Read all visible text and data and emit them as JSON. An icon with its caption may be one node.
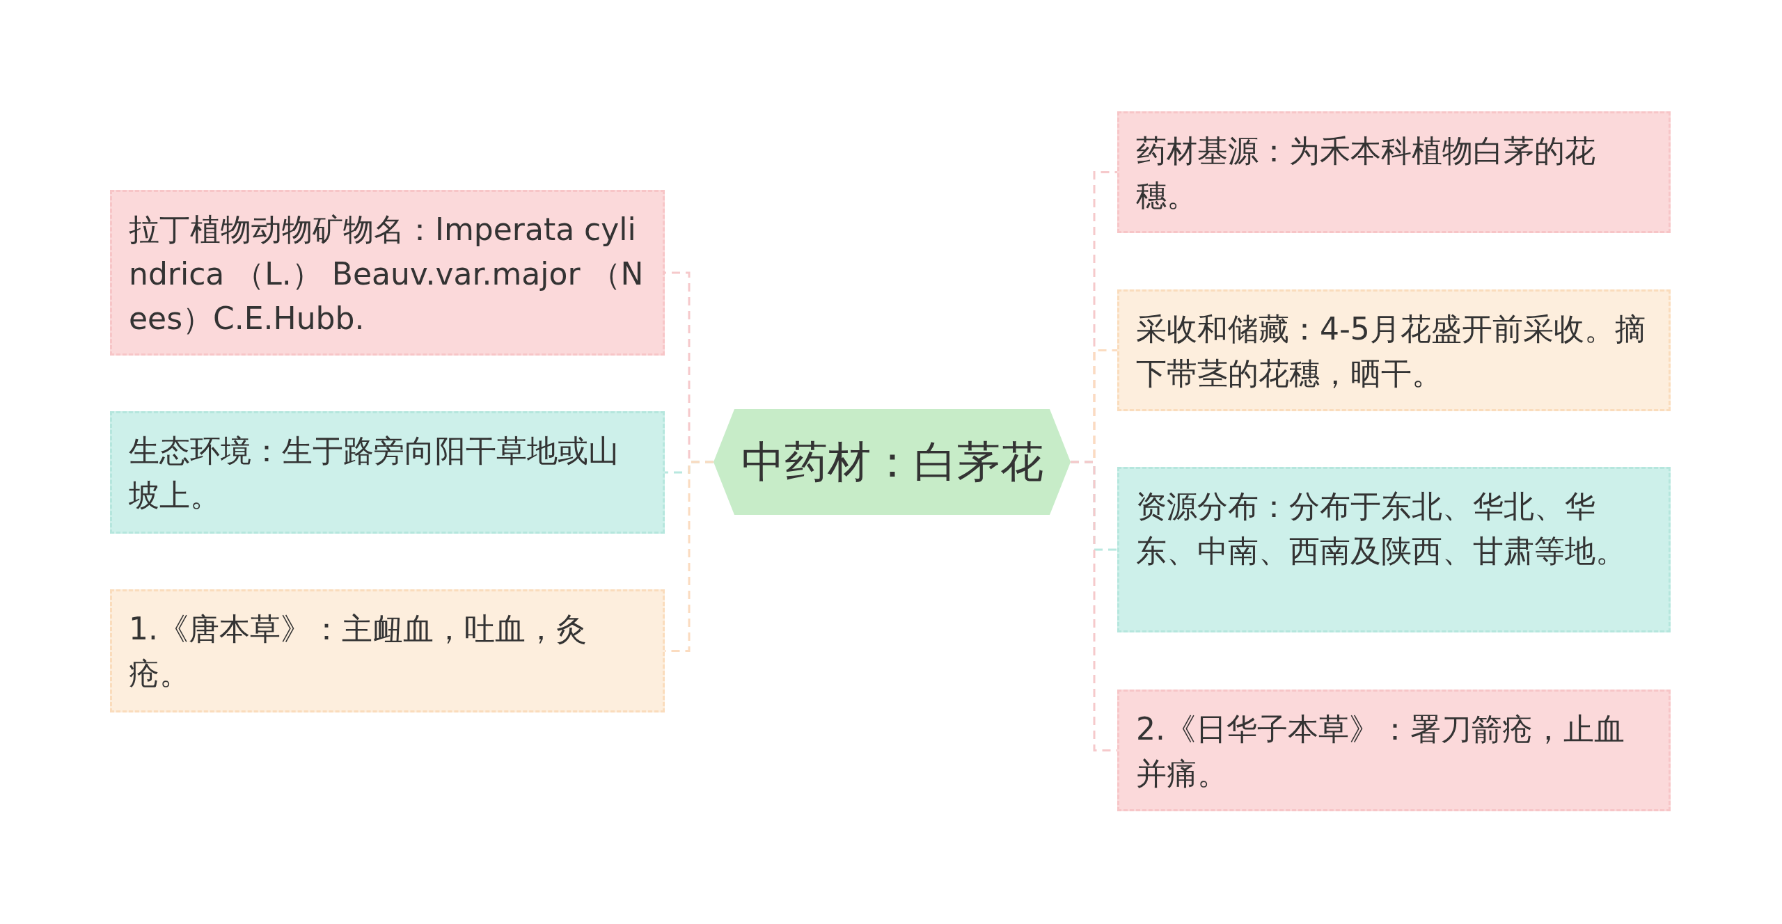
{
  "diagram": {
    "nodes": [
      {
        "text": [
          "中药材：白茅花"
        ]
      },
      {
        "text": [
          "拉丁植物动物矿物名：Imperata cylindrica （L.） Beauv.var.major （Nees）C.E.Hubb."
        ]
      },
      {
        "text": [
          "生态环境：生于路旁向阳干草地或山坡上。"
        ]
      },
      {
        "text": [
          "1.《唐本草》：主衄血，吐血，灸疮。"
        ]
      },
      {
        "text": [
          "药材基源：为禾本科植物白茅的花穗。"
        ]
      },
      {
        "text": [
          "采收和储藏：4-5月花盛开前采收。摘下带茎的花穗，晒干。"
        ]
      },
      {
        "text": [
          "资源分布：分布于东北、华北、华东、中南、西南及陕西、甘肃等地。"
        ]
      },
      {
        "text": [
          "2.《日华子本草》：署刀箭疮，止血并痛。"
        ]
      }
    ],
    "edges": [
      {
        "from": 0,
        "to": 1,
        "arrow": "none",
        "style": "dashed",
        "color": "#f6c9cb"
      },
      {
        "from": 0,
        "to": 2,
        "arrow": "none",
        "style": "dashed",
        "color": "#b8e8df"
      },
      {
        "from": 0,
        "to": 3,
        "arrow": "none",
        "style": "dashed",
        "color": "#fbdcc0"
      },
      {
        "from": 0,
        "to": 4,
        "arrow": "none",
        "style": "dashed",
        "color": "#f6c9cb"
      },
      {
        "from": 0,
        "to": 5,
        "arrow": "none",
        "style": "dashed",
        "color": "#fbdcc0"
      },
      {
        "from": 0,
        "to": 6,
        "arrow": "none",
        "style": "dashed",
        "color": "#b8e8df"
      },
      {
        "from": 0,
        "to": 7,
        "arrow": "none",
        "style": "dashed",
        "color": "#f6c9cb"
      }
    ]
  }
}
